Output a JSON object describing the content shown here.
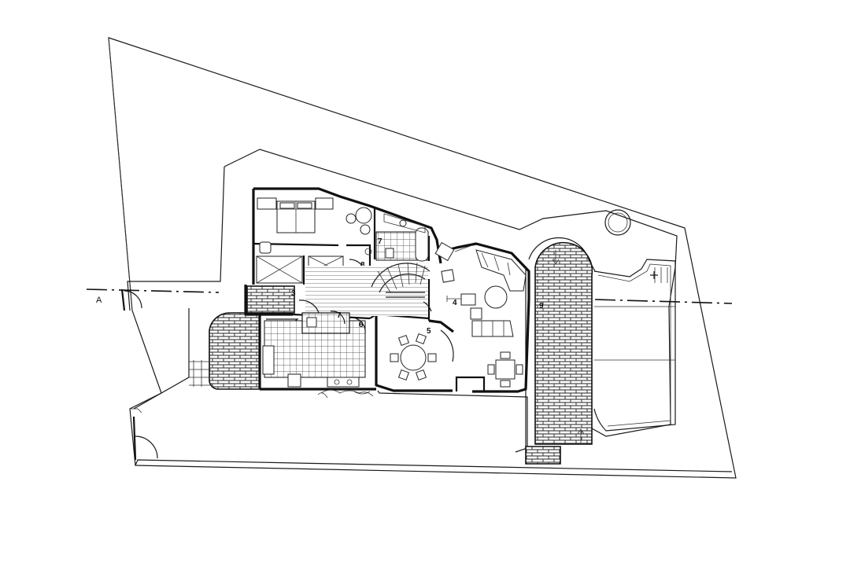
{
  "section_marker": "A",
  "room_numbers": {
    "r3": "3",
    "r4": "4",
    "r5": "5",
    "r6": "6",
    "r7a": "7",
    "r7b": "7",
    "r8": "8",
    "r9": "9"
  }
}
